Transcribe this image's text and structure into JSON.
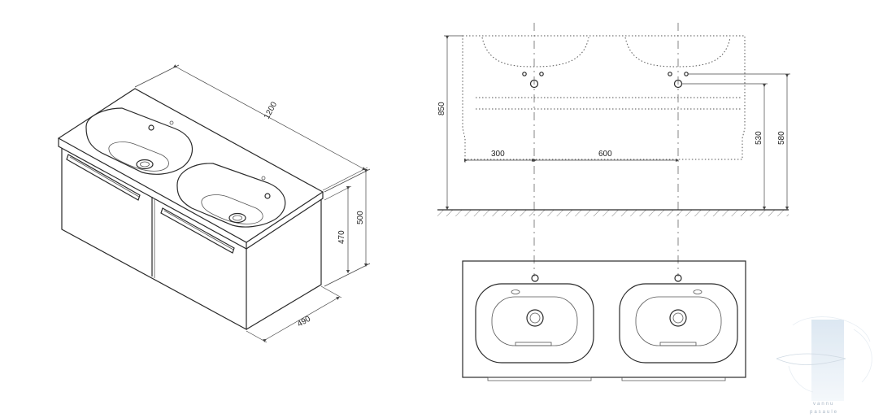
{
  "dimensions": {
    "width": "1200",
    "depth": "490",
    "height_total": "500",
    "height_body": "470",
    "front_height": "850",
    "spacing_first": "300",
    "spacing_between": "600",
    "height_drain": "530",
    "height_tap": "580"
  },
  "watermark": {
    "line1": "vannu",
    "line2": "pasaule"
  }
}
